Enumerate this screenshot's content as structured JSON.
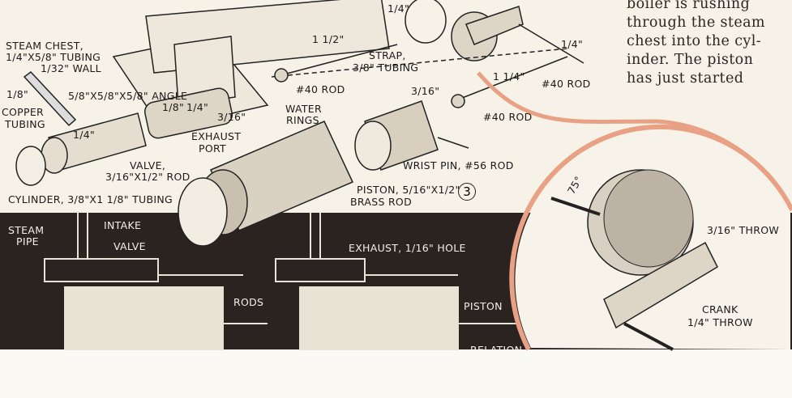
{
  "prose": {
    "lines": [
      "boiler is rushing",
      "through the steam",
      "chest into the cyl-",
      "inder. The piston",
      "has just started"
    ]
  },
  "exploded_view": {
    "figure_number": "3",
    "labels": {
      "steam_chest": "STEAM CHEST,",
      "steam_chest_size": "1/4\"X5/8\" TUBING",
      "steam_chest_wall": "1/32\" WALL",
      "copper_size": "1/8\"",
      "copper": "COPPER",
      "copper_tubing": "TUBING",
      "angle": "5/8\"X5/8\"X5/8\" ANGLE",
      "dim_1_1_2": "1 1/2\"",
      "dim_1_4_top": "1/4\"",
      "strap": "STRAP,",
      "strap_tubing": "3/8\" TUBING",
      "rod_40_a": "#40 ROD",
      "rod_40_b": "#40 ROD",
      "rod_40_c": "#40 ROD",
      "water": "WATER",
      "rings": "RINGS",
      "exhaust": "EXHAUST",
      "port": "PORT",
      "valve": "VALVE,",
      "valve_rod": "3/16\"X1/2\" ROD",
      "cylinder": "CYLINDER, 3/8\"X1 1/8\" TUBING",
      "wrist_pin": "WRIST PIN, #56 ROD",
      "piston": "PISTON, 5/16\"X1/2\"",
      "brass_rod": "BRASS ROD",
      "dim_1_1_4": "1 1/4\"",
      "dim_3_16": "3/16\"",
      "dim_1_4_cyl": "1/4\"",
      "dim_1_8": "1/8\"",
      "dim_1_4_mid": "1/4\"",
      "dim_3_16_b": "3/16\""
    }
  },
  "section_view": {
    "labels": {
      "steam": "STEAM",
      "pipe": "PIPE",
      "intake": "INTAKE",
      "valve": "VALVE",
      "rods": "RODS",
      "exhaust_hole": "EXHAUST, 1/16\" HOLE",
      "piston": "PISTON",
      "relation": "RELATION"
    }
  },
  "crank_detail": {
    "angle": "75°",
    "throw_small": "3/16\" THROW",
    "crank": "CRANK",
    "throw_large": "1/4\" THROW"
  },
  "colors": {
    "paper": "#f6f2e8",
    "ink": "#1c1a18",
    "band": "#2b2320",
    "highlight": "#e8a184"
  }
}
